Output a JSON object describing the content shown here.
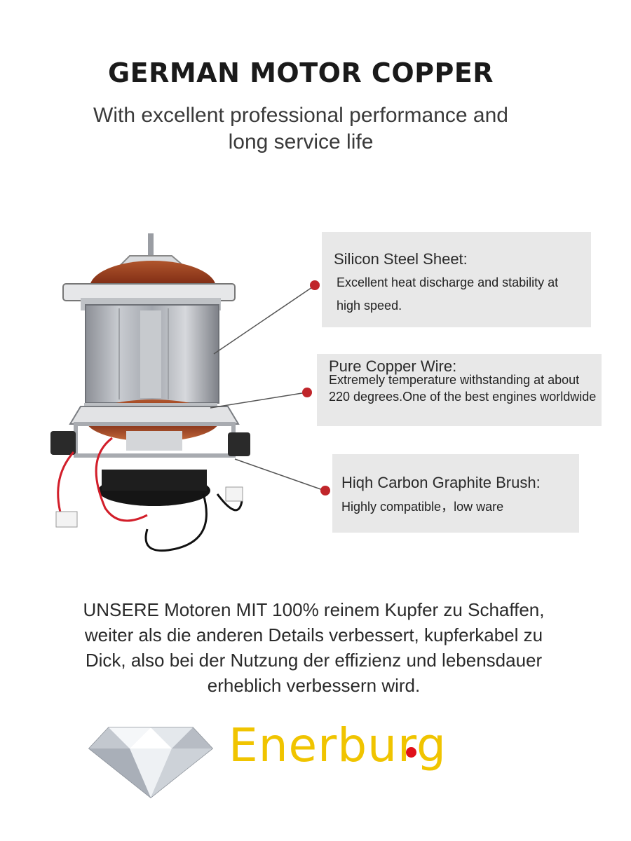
{
  "header": {
    "title": "GERMAN MOTOR COPPER",
    "subtitle_line1": "With excellent professional performance and",
    "subtitle_line2": "long service life"
  },
  "features": [
    {
      "title": "Silicon Steel Sheet:",
      "desc": "Excellent heat discharge and stability at high speed."
    },
    {
      "title": "Pure Copper Wire:",
      "desc": "Extremely temperature withstanding at about 220 degrees.One of the best engines worldwide"
    },
    {
      "title": "Hiqh Carbon Graphite Brush:",
      "desc": "Highly compatible，low ware"
    }
  ],
  "body_text": {
    "line1": "UNSERE Motoren MIT 100% reinem Kupfer zu Schaffen,",
    "line2": "weiter als die anderen Details verbessert, kupferkabel zu",
    "line3": "Dick, also bei der Nutzung der effizienz und lebensdauer",
    "line4": "erheblich verbessern wird."
  },
  "brand": {
    "name": "Enerburg",
    "color": "#f0c400",
    "dot_color": "#e0101a"
  },
  "colors": {
    "callout_dot": "#c0252a",
    "box_bg": "#e8e8e8"
  }
}
